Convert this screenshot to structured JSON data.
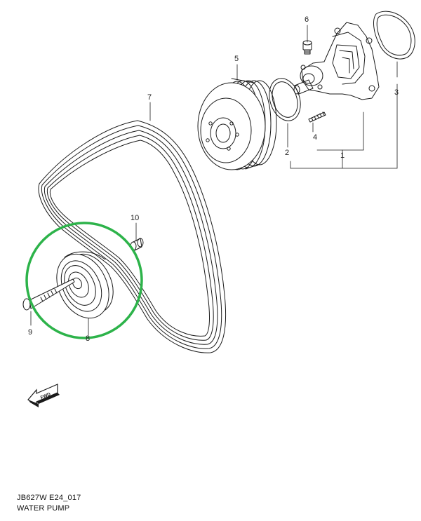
{
  "diagram": {
    "callouts": [
      "1",
      "2",
      "3",
      "4",
      "5",
      "6",
      "7",
      "9",
      "10",
      "8"
    ],
    "fwd_label": "FWD",
    "highlight_color": "#2db34a"
  },
  "caption": {
    "code": "JB627W E24_017",
    "title": "WATER PUMP"
  }
}
